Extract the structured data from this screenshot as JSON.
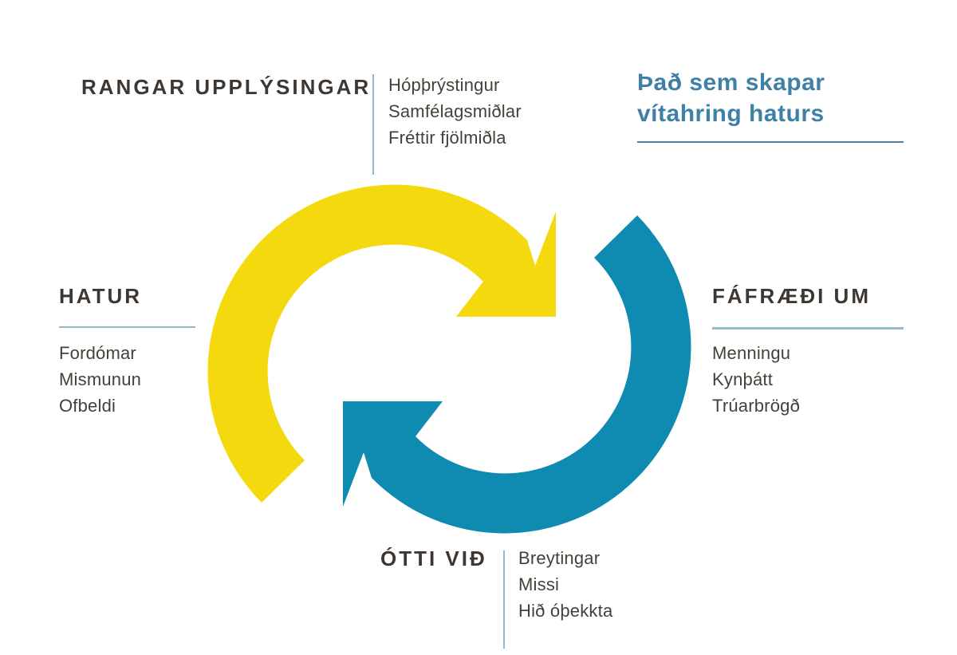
{
  "title": {
    "line1": "Það sem skapar",
    "line2": "vítahring haturs"
  },
  "cycle": {
    "misinformation": {
      "heading": "RANGAR UPPLÝSINGAR",
      "items": [
        "Hópþrýstingur",
        "Samfélagsmiðlar",
        "Fréttir fjölmiðla"
      ]
    },
    "ignorance": {
      "heading": "FÁFRÆÐI UM",
      "items": [
        "Menningu",
        "Kynþátt",
        "Trúarbrögð"
      ]
    },
    "fear": {
      "heading": "ÓTTI VIÐ",
      "items": [
        "Breytingar",
        "Missi",
        "Hið óþekkta"
      ]
    },
    "hatred": {
      "heading": "HATUR",
      "items": [
        "Fordómar",
        "Mismunun",
        "Ofbeldi"
      ]
    }
  },
  "colors": {
    "arrow_yellow": "#F5D90F",
    "arrow_blue": "#0F8AB0",
    "title_text": "#3E80A6",
    "title_underline": "#4E80A4",
    "heading_text": "#3E3731",
    "body_text": "#474039",
    "divider_light": "#93BBCB"
  }
}
